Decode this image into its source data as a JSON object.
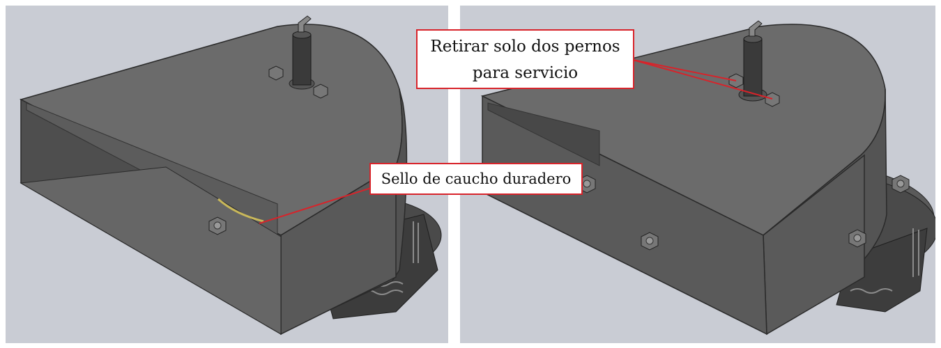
{
  "callouts": {
    "seal": "Sello de caucho duradero",
    "bolts_line1": "Retirar solo dos pernos",
    "bolts_line2": "para servicio"
  },
  "colors": {
    "background": "#c9ccd4",
    "housing_top": "#6b6b6b",
    "housing_side": "#505050",
    "housing_dark": "#3e3e3e",
    "callout_border": "#d8232a"
  },
  "icons": [
    "hex-bolt-icon",
    "shaft-fitting-icon",
    "rubber-seal-icon"
  ]
}
